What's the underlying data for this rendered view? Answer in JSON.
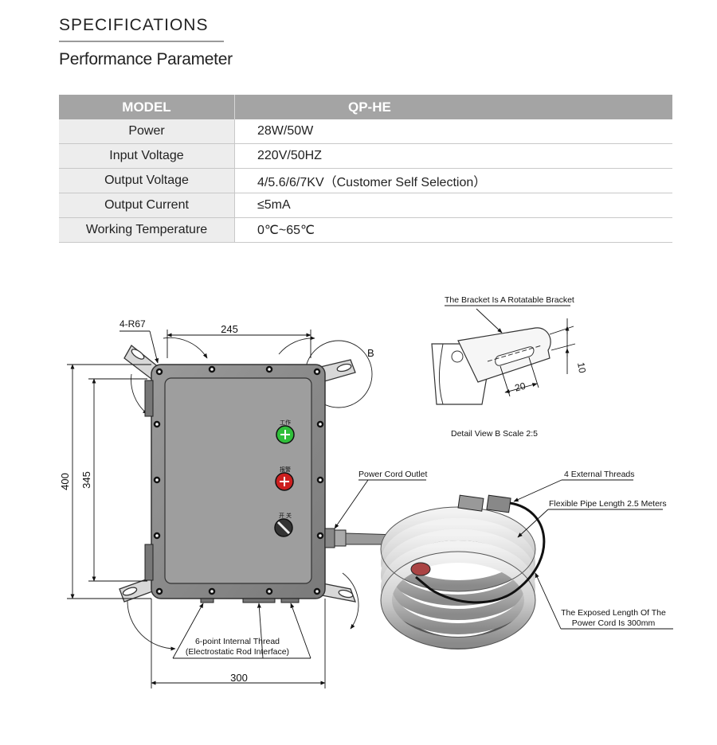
{
  "header": {
    "section_title": "SPECIFICATIONS",
    "subsection_title": "Performance Parameter"
  },
  "table": {
    "header": [
      "MODEL",
      "QP-HE"
    ],
    "rows": [
      [
        "Power",
        "28W/50W"
      ],
      [
        "Input Voltage",
        "220V/50HZ"
      ],
      [
        "Output Voltage",
        "4/5.6/6/7KV（Customer Self Selection）"
      ],
      [
        "Output Current",
        "≤5mA"
      ],
      [
        "Working Temperature",
        "0℃~65℃"
      ]
    ]
  },
  "drawing": {
    "dim_r": "4-R67",
    "dim_top": "245",
    "dim_bottom": "300",
    "dim_outer_height": "400",
    "dim_inner_height": "345",
    "detail_ref": "B",
    "bracket_note": "The Bracket Is A Rotatable Bracket",
    "detail_dim_10": "10",
    "detail_dim_20": "20",
    "detail_caption": "Detail View B Scale 2:5",
    "power_outlet": "Power Cord Outlet",
    "external_threads": "4 External Threads",
    "flex_pipe": "Flexible Pipe Length 2.5 Meters",
    "exposed_line1": "The Exposed Length Of The",
    "exposed_line2": "Power Cord Is 300mm",
    "thread_line1": "6-point Internal Thread",
    "thread_line2": "(Electrostatic Rod Interface)",
    "panel_label_top": "工作",
    "panel_label_mid": "报警",
    "panel_label_bottom": "开 关"
  },
  "colors": {
    "header_bg": "#a4a4a4",
    "label_bg": "#ededed",
    "green_light": "#2fbf3a",
    "red_light": "#cc1f1f"
  }
}
